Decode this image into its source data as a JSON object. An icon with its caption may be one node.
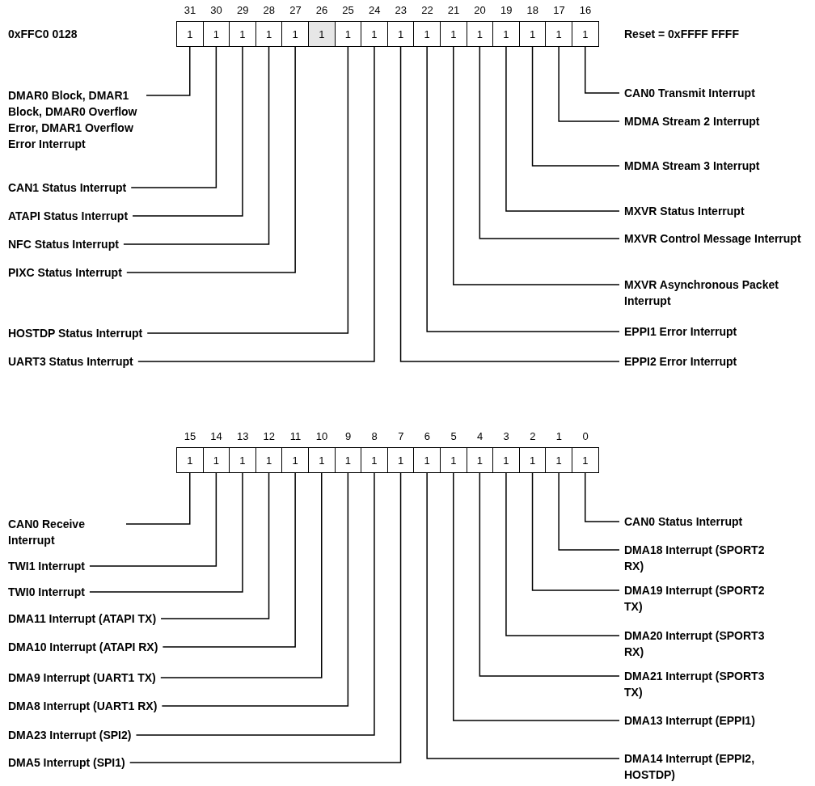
{
  "diagram": {
    "nodes": [
      {
        "text": [
          "1"
        ],
        "beside": [
          "31"
        ]
      },
      {
        "text": [
          "1"
        ],
        "beside": [
          "30"
        ]
      },
      {
        "text": [
          "1"
        ],
        "beside": [
          "29"
        ]
      },
      {
        "text": [
          "1"
        ],
        "beside": [
          "28"
        ]
      },
      {
        "text": [
          "1"
        ],
        "beside": [
          "27"
        ]
      },
      {
        "text": [
          "1"
        ],
        "beside": [
          "26"
        ]
      },
      {
        "text": [
          "1"
        ],
        "beside": [
          "25"
        ]
      },
      {
        "text": [
          "1"
        ],
        "beside": [
          "24"
        ]
      },
      {
        "text": [
          "1"
        ],
        "beside": [
          "23"
        ]
      },
      {
        "text": [
          "1"
        ],
        "beside": [
          "22"
        ]
      },
      {
        "text": [
          "1"
        ],
        "beside": [
          "21"
        ]
      },
      {
        "text": [
          "1"
        ],
        "beside": [
          "20"
        ]
      },
      {
        "text": [
          "1"
        ],
        "beside": [
          "19"
        ]
      },
      {
        "text": [
          "1"
        ],
        "beside": [
          "18"
        ]
      },
      {
        "text": [
          "1"
        ],
        "beside": [
          "17"
        ]
      },
      {
        "text": [
          "1"
        ],
        "beside": [
          "16"
        ]
      },
      {
        "text": [
          "1"
        ],
        "beside": [
          "15"
        ]
      },
      {
        "text": [
          "1"
        ],
        "beside": [
          "14"
        ]
      },
      {
        "text": [
          "1"
        ],
        "beside": [
          "13"
        ]
      },
      {
        "text": [
          "1"
        ],
        "beside": [
          "12"
        ]
      },
      {
        "text": [
          "1"
        ],
        "beside": [
          "11"
        ]
      },
      {
        "text": [
          "1"
        ],
        "beside": [
          "10"
        ]
      },
      {
        "text": [
          "1"
        ],
        "beside": [
          "9"
        ]
      },
      {
        "text": [
          "1"
        ],
        "beside": [
          "8"
        ]
      },
      {
        "text": [
          "1"
        ],
        "beside": [
          "7"
        ]
      },
      {
        "text": [
          "1"
        ],
        "beside": [
          "6"
        ]
      },
      {
        "text": [
          "1"
        ],
        "beside": [
          "5"
        ]
      },
      {
        "text": [
          "1"
        ],
        "beside": [
          "4"
        ]
      },
      {
        "text": [
          "1"
        ],
        "beside": [
          "3"
        ]
      },
      {
        "text": [
          "1"
        ],
        "beside": [
          "2"
        ]
      },
      {
        "text": [
          "1"
        ],
        "beside": [
          "1"
        ]
      },
      {
        "text": [
          "1"
        ],
        "beside": [
          "0"
        ]
      },
      {
        "text": [
          "DMAR0 Block, DMAR1 Block, DMAR0 Overflow Error, DMAR1 Overflow Error Interrupt"
        ]
      },
      {
        "text": [
          "CAN1 Status Interrupt"
        ]
      },
      {
        "text": [
          "ATAPI Status Interrupt"
        ]
      },
      {
        "text": [
          "NFC Status Interrupt"
        ]
      },
      {
        "text": [
          "PIXC Status Interrupt"
        ]
      },
      {
        "text": [
          "HOSTDP Status Interrupt"
        ]
      },
      {
        "text": [
          "UART3 Status Interrupt"
        ]
      },
      {
        "text": [
          "EPPI2 Error Interrupt"
        ]
      },
      {
        "text": [
          "EPPI1 Error Interrupt"
        ]
      },
      {
        "text": [
          "MXVR Asynchronous Packet Interrupt"
        ]
      },
      {
        "text": [
          "MXVR Control Message Interrupt"
        ]
      },
      {
        "text": [
          "MXVR Status Interrupt"
        ]
      },
      {
        "text": [
          "MDMA Stream 3 Interrupt"
        ]
      },
      {
        "text": [
          "MDMA Stream 2 Interrupt"
        ]
      },
      {
        "text": [
          "CAN0 Transmit Interrupt"
        ]
      },
      {
        "text": [
          "CAN0 Receive Interrupt"
        ]
      },
      {
        "text": [
          "TWI1 Interrupt"
        ]
      },
      {
        "text": [
          "TWI0 Interrupt"
        ]
      },
      {
        "text": [
          "DMA11 Interrupt (ATAPI TX)"
        ]
      },
      {
        "text": [
          "DMA10 Interrupt (ATAPI RX)"
        ]
      },
      {
        "text": [
          "DMA9 Interrupt (UART1 TX)"
        ]
      },
      {
        "text": [
          "DMA8 Interrupt (UART1 RX)"
        ]
      },
      {
        "text": [
          "DMA23 Interrupt (SPI2)"
        ]
      },
      {
        "text": [
          "DMA5 Interrupt (SPI1)"
        ]
      },
      {
        "text": [
          "DMA14 Interrupt (EPPI2, HOSTDP)"
        ]
      },
      {
        "text": [
          "DMA13 Interrupt (EPPI1)"
        ]
      },
      {
        "text": [
          "DMA21 Interrupt (SPORT3 TX)"
        ]
      },
      {
        "text": [
          "DMA20 Interrupt (SPORT3 RX)"
        ]
      },
      {
        "text": [
          "DMA19 Interrupt (SPORT2 TX)"
        ]
      },
      {
        "text": [
          "DMA18 Interrupt (SPORT2 RX)"
        ]
      },
      {
        "text": [
          "CAN0 Status Interrupt"
        ]
      }
    ],
    "edges": [
      {
        "from": 32,
        "to": 0,
        "arrow": "none"
      },
      {
        "from": 33,
        "to": 1,
        "arrow": "none"
      },
      {
        "from": 34,
        "to": 2,
        "arrow": "none"
      },
      {
        "from": 35,
        "to": 3,
        "arrow": "none"
      },
      {
        "from": 36,
        "to": 4,
        "arrow": "none"
      },
      {
        "from": 37,
        "to": 6,
        "arrow": "none"
      },
      {
        "from": 38,
        "to": 7,
        "arrow": "none"
      },
      {
        "from": 39,
        "to": 8,
        "arrow": "none"
      },
      {
        "from": 40,
        "to": 9,
        "arrow": "none"
      },
      {
        "from": 41,
        "to": 10,
        "arrow": "none"
      },
      {
        "from": 42,
        "to": 11,
        "arrow": "none"
      },
      {
        "from": 43,
        "to": 12,
        "arrow": "none"
      },
      {
        "from": 44,
        "to": 13,
        "arrow": "none"
      },
      {
        "from": 45,
        "to": 14,
        "arrow": "none"
      },
      {
        "from": 46,
        "to": 15,
        "arrow": "none"
      },
      {
        "from": 47,
        "to": 16,
        "arrow": "none"
      },
      {
        "from": 48,
        "to": 17,
        "arrow": "none"
      },
      {
        "from": 49,
        "to": 18,
        "arrow": "none"
      },
      {
        "from": 50,
        "to": 19,
        "arrow": "none"
      },
      {
        "from": 51,
        "to": 20,
        "arrow": "none"
      },
      {
        "from": 52,
        "to": 21,
        "arrow": "none"
      },
      {
        "from": 53,
        "to": 22,
        "arrow": "none"
      },
      {
        "from": 54,
        "to": 23,
        "arrow": "none"
      },
      {
        "from": 55,
        "to": 24,
        "arrow": "none"
      },
      {
        "from": 56,
        "to": 25,
        "arrow": "none"
      },
      {
        "from": 57,
        "to": 26,
        "arrow": "none"
      },
      {
        "from": 58,
        "to": 27,
        "arrow": "none"
      },
      {
        "from": 59,
        "to": 28,
        "arrow": "none"
      },
      {
        "from": 60,
        "to": 29,
        "arrow": "none"
      },
      {
        "from": 61,
        "to": 30,
        "arrow": "none"
      },
      {
        "from": 62,
        "to": 31,
        "arrow": "none"
      }
    ],
    "labels": [
      "0xFFC0 0128",
      "Reset = 0xFFFF FFFF"
    ]
  }
}
